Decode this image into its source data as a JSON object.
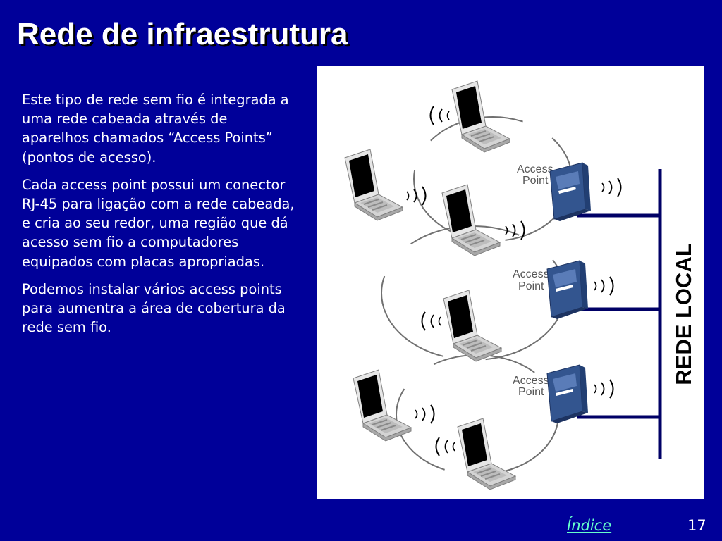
{
  "slide": {
    "title": "Rede de infraestrutura",
    "paragraphs": [
      "Este tipo de rede sem fio é integrada a uma rede cabeada através de aparelhos chamados “Access Points” (pontos de acesso).",
      "Cada access point possui um conector RJ-45 para ligação com a rede cabeada, e cria ao seu redor, uma região que dá acesso sem fio a computadores equipados com placas apropriadas.",
      "Podemos instalar vários access points para aumentra a área de cobertura da rede sem fio."
    ],
    "footer_link": "Índice",
    "page_number": "17"
  },
  "figure": {
    "access_point_label_line1": "Access",
    "access_point_label_line2": "Point",
    "network_label": "REDE LOCAL"
  },
  "colors": {
    "background": "#000099",
    "text": "#ffffff",
    "link": "#66ffcc",
    "network_line": "#000066",
    "access_point": "#33558f"
  }
}
